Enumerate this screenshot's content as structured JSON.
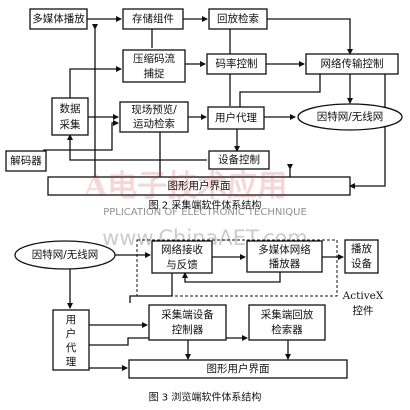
{
  "figure2": {
    "boxes": {
      "multimedia_play": "多媒体播放",
      "storage": "存储组件",
      "playback_search": "回放检索",
      "compress1": "压缩码流",
      "compress2": "捕捉",
      "bitrate": "码率控制",
      "network": "网络传输控制",
      "capture1": "数据",
      "capture2": "采集",
      "preview1": "现场预览/",
      "preview2": "运动检索",
      "user_proxy": "用户代理",
      "internet": "因特网/无线网",
      "decoder": "解码器",
      "device_ctrl": "设备控制",
      "gui": "图形用户界面"
    },
    "caption": "图 2   采集端软件体系结构"
  },
  "figure3": {
    "boxes": {
      "internet": "因特网/无线网",
      "net_recv1": "网络接收",
      "net_recv2": "与反馈",
      "mm_player1": "多媒体网络",
      "mm_player2": "播放器",
      "play_dev1": "播放",
      "play_dev2": "设备",
      "activex1": "ActiveX",
      "activex2": "控件",
      "user_proxy_chars": [
        "用",
        "户",
        "代",
        "理"
      ],
      "dev_ctrl1": "采集端设备",
      "dev_ctrl2": "控制器",
      "pb_search1": "采集端回放",
      "pb_search2": "检索器",
      "gui": "图形用户界面"
    },
    "caption": "图 3   浏览端软件体系结构"
  },
  "watermark": {
    "logo": "A电子技术应用",
    "subtitle": "PPLICATION OF ELECTRONIC TECHNIQUE",
    "url": "www.ChinaAET.com"
  }
}
